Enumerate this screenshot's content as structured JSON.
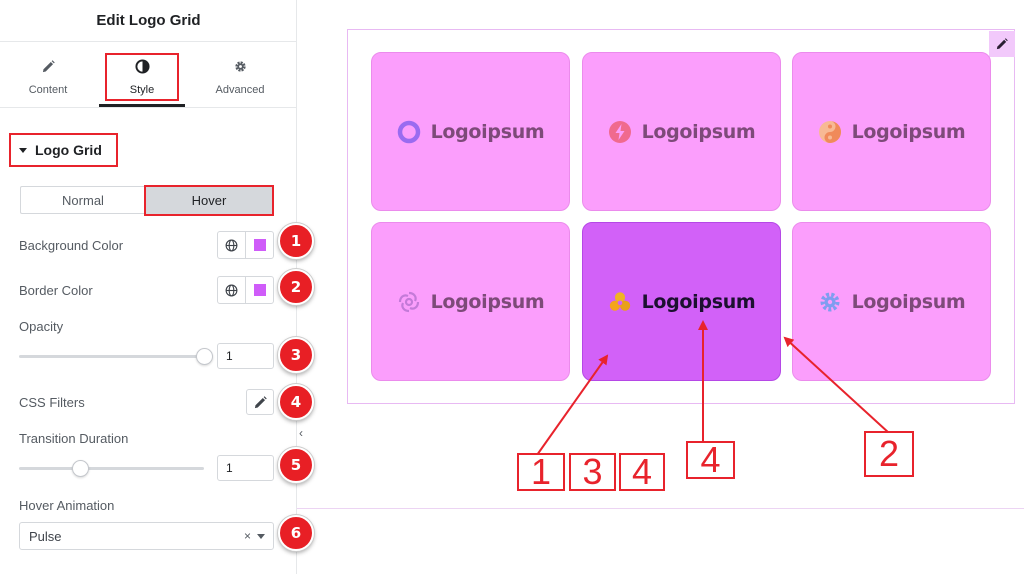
{
  "sidebar": {
    "title": "Edit Logo Grid",
    "tabs": [
      {
        "label": "Content",
        "icon": "pencil-icon"
      },
      {
        "label": "Style",
        "icon": "half-circle-icon"
      },
      {
        "label": "Advanced",
        "icon": "gear-icon"
      }
    ],
    "active_tab": "Style",
    "section_title": "Logo Grid",
    "state_toggle": {
      "normal": "Normal",
      "hover": "Hover",
      "active": "Hover"
    },
    "controls": {
      "background_color": {
        "label": "Background Color",
        "value": "#cf5cf9"
      },
      "border_color": {
        "label": "Border Color",
        "value": "#cf5cf9"
      },
      "opacity": {
        "label": "Opacity",
        "value": "1",
        "slider": 1.0
      },
      "css_filters": {
        "label": "CSS Filters"
      },
      "transition_duration": {
        "label": "Transition Duration",
        "value": "1",
        "slider": 0.33
      },
      "hover_animation": {
        "label": "Hover Animation",
        "value": "Pulse"
      }
    }
  },
  "badges": [
    "1",
    "2",
    "3",
    "4",
    "5",
    "6"
  ],
  "preview": {
    "logos": [
      {
        "text": "Logoipsum",
        "icon": "ring-logo-icon",
        "color": "#9a6bf0"
      },
      {
        "text": "Logoipsum",
        "icon": "bolt-circle-logo-icon",
        "color": "#f06a8e"
      },
      {
        "text": "Logoipsum",
        "icon": "yin-yang-logo-icon",
        "color": "#f4a07a"
      },
      {
        "text": "Logoipsum",
        "icon": "swirl-logo-icon",
        "color": "#c37ad8"
      },
      {
        "text": "Logoipsum",
        "icon": "trefoil-logo-icon",
        "color": "#f0b323",
        "hovered": true
      },
      {
        "text": "Logoipsum",
        "icon": "gear-flower-logo-icon",
        "color": "#7f9df0"
      }
    ],
    "callouts": [
      "1",
      "3",
      "4",
      "4",
      "2"
    ]
  },
  "colors": {
    "accent_red": "#e8232c",
    "cell_normal": "#fb9efc",
    "cell_hover": "#d261f8"
  }
}
